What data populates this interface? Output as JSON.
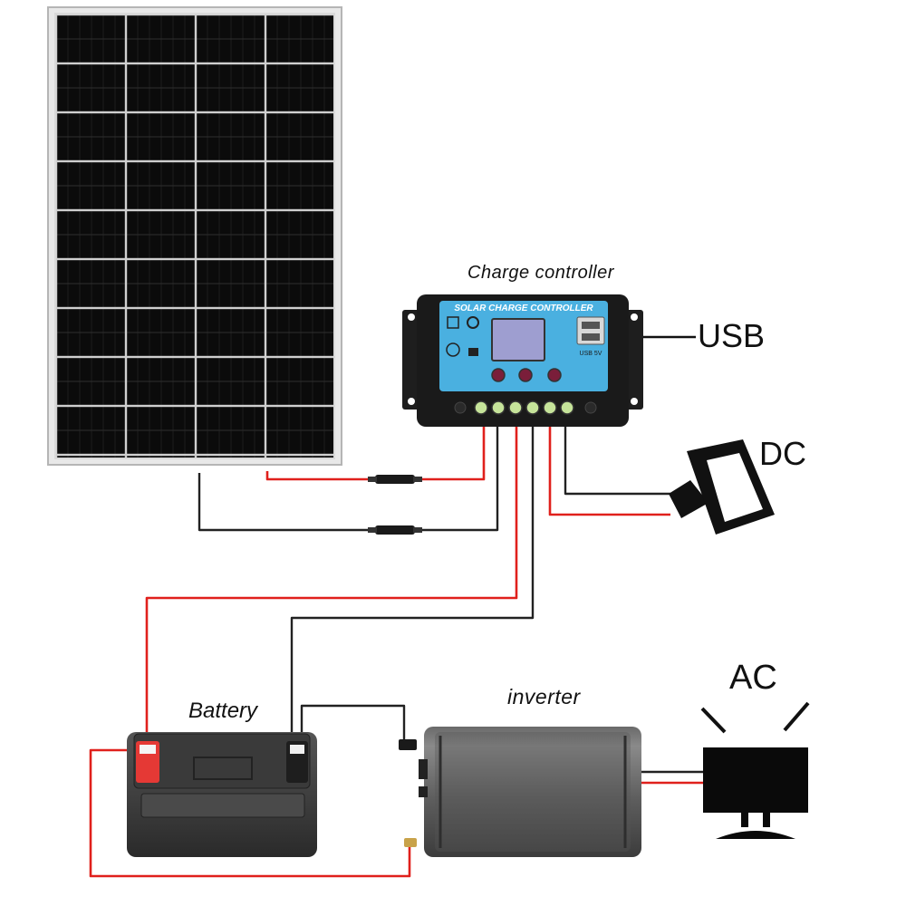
{
  "labels": {
    "charge_controller": "Charge controller",
    "usb": "USB",
    "dc": "DC",
    "ac": "AC",
    "battery": "Battery",
    "inverter": "inverter"
  },
  "controller": {
    "brand_text": "SOLAR CHARGE CONTROLLER",
    "usb_text": "USB 5V"
  },
  "colors": {
    "positive_wire": "#e0201c",
    "negative_wire": "#222222",
    "controller_face": "#4ab0e0",
    "panel_cell": "#111111",
    "battery_positive": "#e53935"
  }
}
